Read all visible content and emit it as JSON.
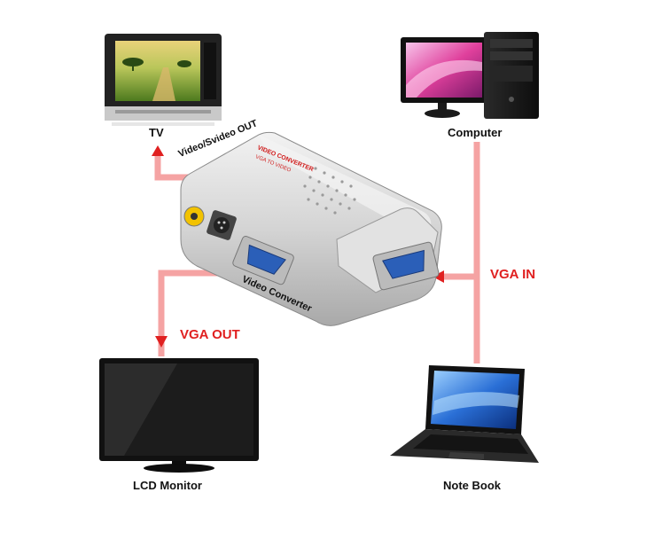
{
  "labels": {
    "tv": "TV",
    "computer": "Computer",
    "lcd_monitor": "LCD Monitor",
    "notebook": "Note Book",
    "video_out": "Video/Svideo OUT",
    "video_converter": "Video Converter",
    "vga_in": "VGA IN",
    "vga_out": "VGA OUT",
    "device_brand_line1": "VIDEO CONVERTER",
    "device_brand_line2": "VGA TO VIDEO"
  },
  "colors": {
    "cable": "#f5a3a3",
    "arrow": "#e02020",
    "device_body": "#d9d9d9",
    "vga_port": "#2b5fb8",
    "rca_port": "#f2c200"
  }
}
